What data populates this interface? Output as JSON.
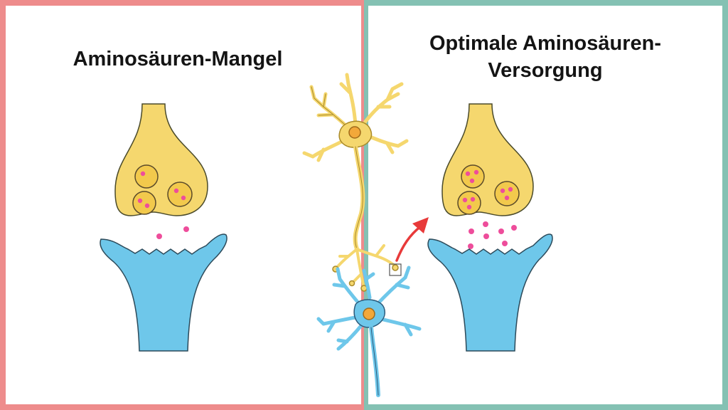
{
  "left_panel": {
    "title": "Aminosäuren-Mangel",
    "border_color": "#ee8c8c"
  },
  "right_panel": {
    "title": "Optimale Aminosäuren-\nVersorgung",
    "title_line1": "Optimale Aminosäuren-",
    "title_line2": "Versorgung",
    "border_color": "#84c1b3"
  },
  "colors": {
    "presynaptic": "#f5d76e",
    "postsynaptic": "#6ec7ea",
    "neurotransmitter": "#ee4d9b",
    "vesicle_core": "#f2a83a",
    "arrow": "#e83a3a"
  },
  "icons": [
    "synapse-illustration",
    "neuron-illustration",
    "red-arrow-icon"
  ]
}
